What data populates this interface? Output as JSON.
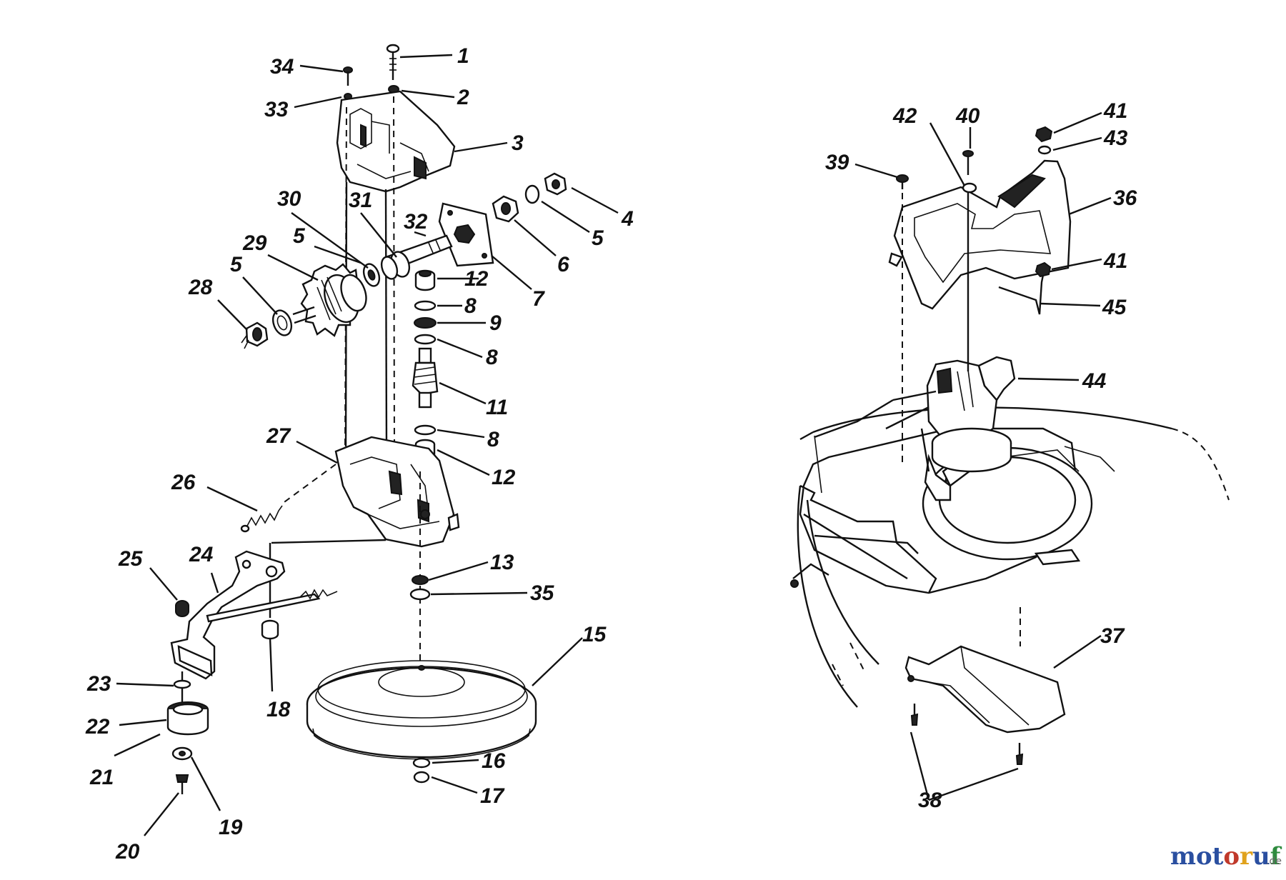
{
  "watermark": {
    "brand": "motoruf",
    "domain_suffix": ".de",
    "colors": [
      "#2a4fa0",
      "#c0392b",
      "#e0a21c",
      "#2e8b3e"
    ]
  },
  "labels": {
    "p1": "1",
    "p2": "2",
    "p3": "3",
    "p4": "4",
    "p5a": "5",
    "p5b": "5",
    "p5c": "5",
    "p6": "6",
    "p7": "7",
    "p8a": "8",
    "p8b": "8",
    "p8c": "8",
    "p9": "9",
    "p11": "11",
    "p12a": "12",
    "p12b": "12",
    "p13": "13",
    "p15": "15",
    "p16": "16",
    "p17": "17",
    "p18": "18",
    "p19": "19",
    "p20": "20",
    "p21": "21",
    "p22": "22",
    "p23": "23",
    "p24": "24",
    "p25": "25",
    "p26": "26",
    "p27": "27",
    "p28": "28",
    "p29": "29",
    "p30": "30",
    "p31": "31",
    "p32": "32",
    "p33": "33",
    "p34": "34",
    "p35": "35",
    "p36": "36",
    "p37": "37",
    "p38": "38",
    "p39": "39",
    "p40": "40",
    "p41a": "41",
    "p41b": "41",
    "p42": "42",
    "p43": "43",
    "p44": "44",
    "p45": "45"
  }
}
